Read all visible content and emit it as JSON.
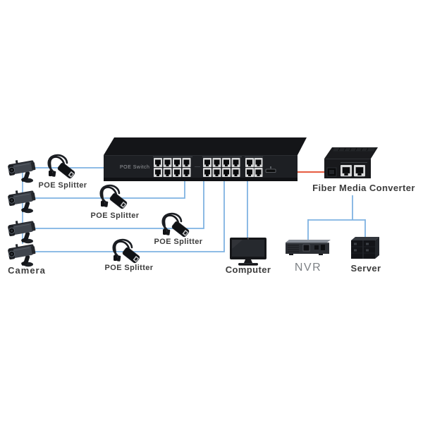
{
  "diagram": {
    "switch": {
      "label": "POE Switch",
      "port_groups": [
        8,
        8,
        4
      ],
      "sfp_slots": 1
    },
    "converter": {
      "label": "Fiber Media Converter"
    },
    "splitters": [
      {
        "label": "POE Splitter"
      },
      {
        "label": "POE Splitter"
      },
      {
        "label": "POE Splitter"
      },
      {
        "label": "POE Splitter"
      }
    ],
    "cameras": {
      "label": "Camera",
      "count": 4
    },
    "computer": {
      "label": "Computer"
    },
    "nvr": {
      "label": "NVR"
    },
    "server": {
      "label": "Server"
    },
    "colors": {
      "cable_blue": "#7fb3e2",
      "fiber_red": "#e8634a",
      "device_black": "#17181b",
      "label_dark": "#3d3d3d",
      "label_gray": "#7e8286"
    }
  }
}
